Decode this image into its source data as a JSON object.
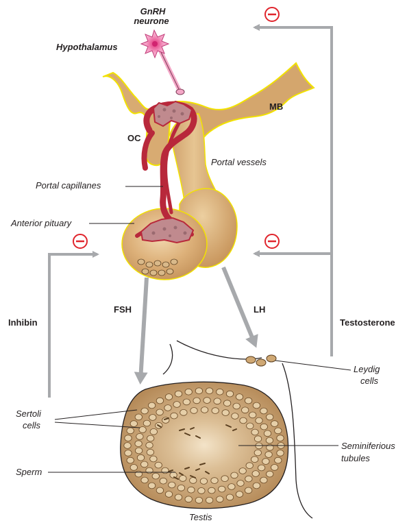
{
  "labels": {
    "gnrh_line1": "GnRH",
    "gnrh_line2": "neurone",
    "hypothalamus": "Hypothalamus",
    "oc": "OC",
    "mb": "MB",
    "portal_vessels": "Portal vessels",
    "portal_capillaries": "Portal capillanes",
    "anterior_pituitary": "Anterior pituary",
    "fsh": "FSH",
    "lh": "LH",
    "inhibin": "Inhibin",
    "testosterone": "Testosterone",
    "leydig_line1": "Leydig",
    "leydig_line2": "cells",
    "sertoli_line1": "Sertoli",
    "sertoli_line2": "cells",
    "seminiferous_line1": "Seminiferious",
    "seminiferous_line2": "tubules",
    "sperm": "Sperm",
    "testis": "Testis",
    "inhibit_symbol": "−"
  },
  "colors": {
    "tissue_fill": "#d9ae75",
    "tissue_outline": "#f2e200",
    "testis_fill": "#c49a68",
    "capillary": "#b8283b",
    "arrow": "#a7a9ac",
    "inhibit": "#e0242c",
    "neuron": "#f2a0c2"
  }
}
